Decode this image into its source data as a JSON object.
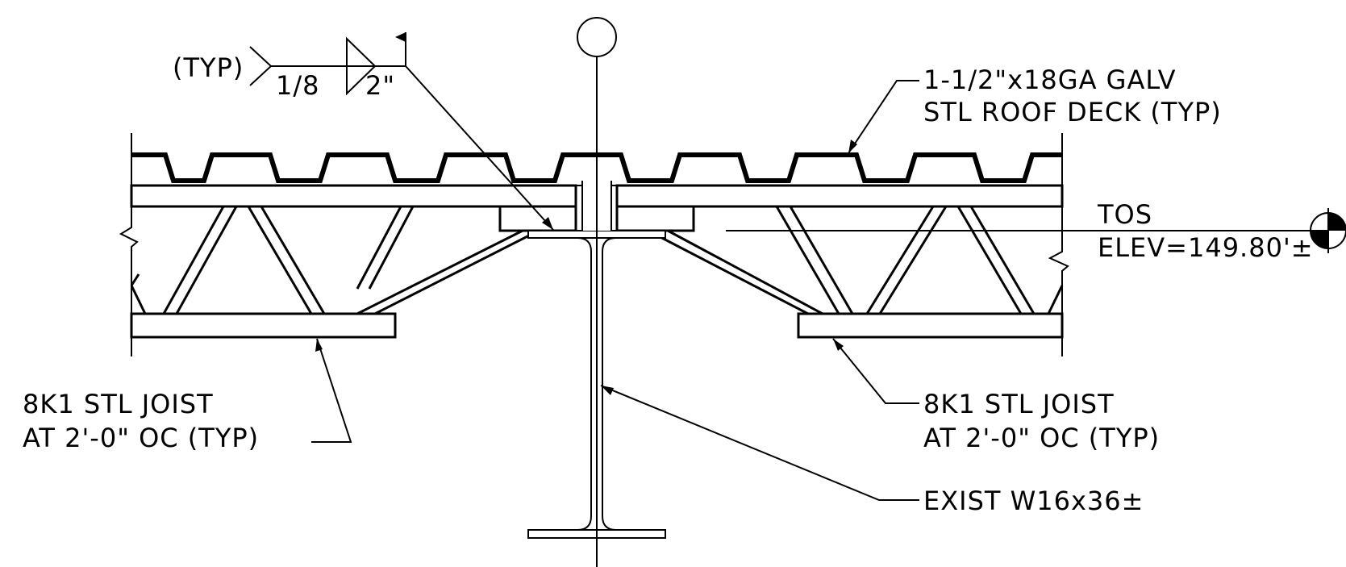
{
  "labels": {
    "weld_typ": "(TYP)",
    "weld_size": "1/8",
    "weld_length": "2\"",
    "deck_line1": "1-1/2\"x18GA GALV",
    "deck_line2": "STL ROOF DECK (TYP)",
    "tos_line1": "TOS",
    "tos_line2": "ELEV=149.80'±",
    "joist_left_line1": "8K1 STL JOIST",
    "joist_left_line2": "AT 2'-0\" OC (TYP)",
    "joist_right_line1": "8K1 STL JOIST",
    "joist_right_line2": "AT 2'-0\" OC (TYP)",
    "beam": "EXIST W16x36±"
  }
}
